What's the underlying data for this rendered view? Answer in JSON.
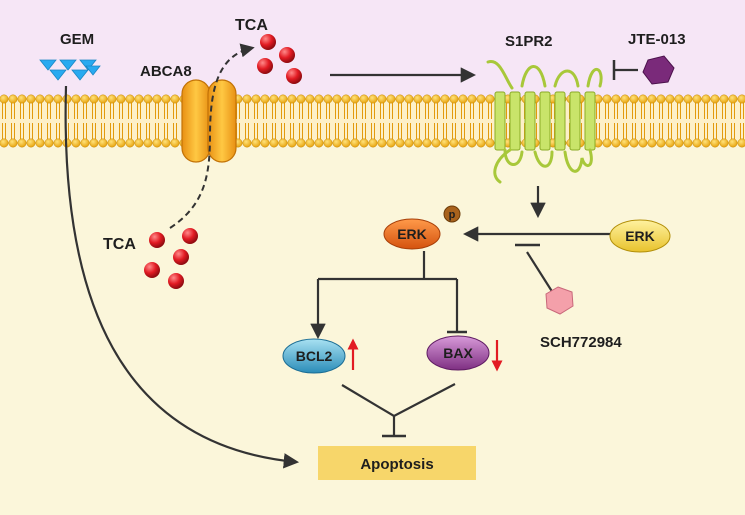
{
  "labels": {
    "gem": "GEM",
    "tca_top": "TCA",
    "abca8": "ABCA8",
    "s1pr2": "S1PR2",
    "jte": "JTE-013",
    "tca_bottom": "TCA",
    "erk_p": "ERK",
    "phospho": "p",
    "erk": "ERK",
    "sch": "SCH772984",
    "bcl2": "BCL2",
    "bax": "BAX",
    "apoptosis": "Apoptosis"
  },
  "regulation": {
    "bcl2": "up",
    "bax": "down"
  },
  "colors": {
    "extracellular": "#f6e6f6",
    "cytoplasm": "#fbf6da",
    "membrane_head": "#f2b316",
    "transporter": "#f2a51b",
    "receptor": "#c9e46a",
    "tca_ball": "#e21b23",
    "gem_arrow": "#29aaf0",
    "jte_hex": "#7a2a7a",
    "sch_hex": "#f4a0aa",
    "erk_phospho": "#e8641a",
    "erk_free": "#f2d44a",
    "bcl2": "#4fb0d4",
    "bax": "#a24ea7",
    "apoptosis_box": "#f7d66a",
    "regulation_arrow": "#e21b23"
  }
}
